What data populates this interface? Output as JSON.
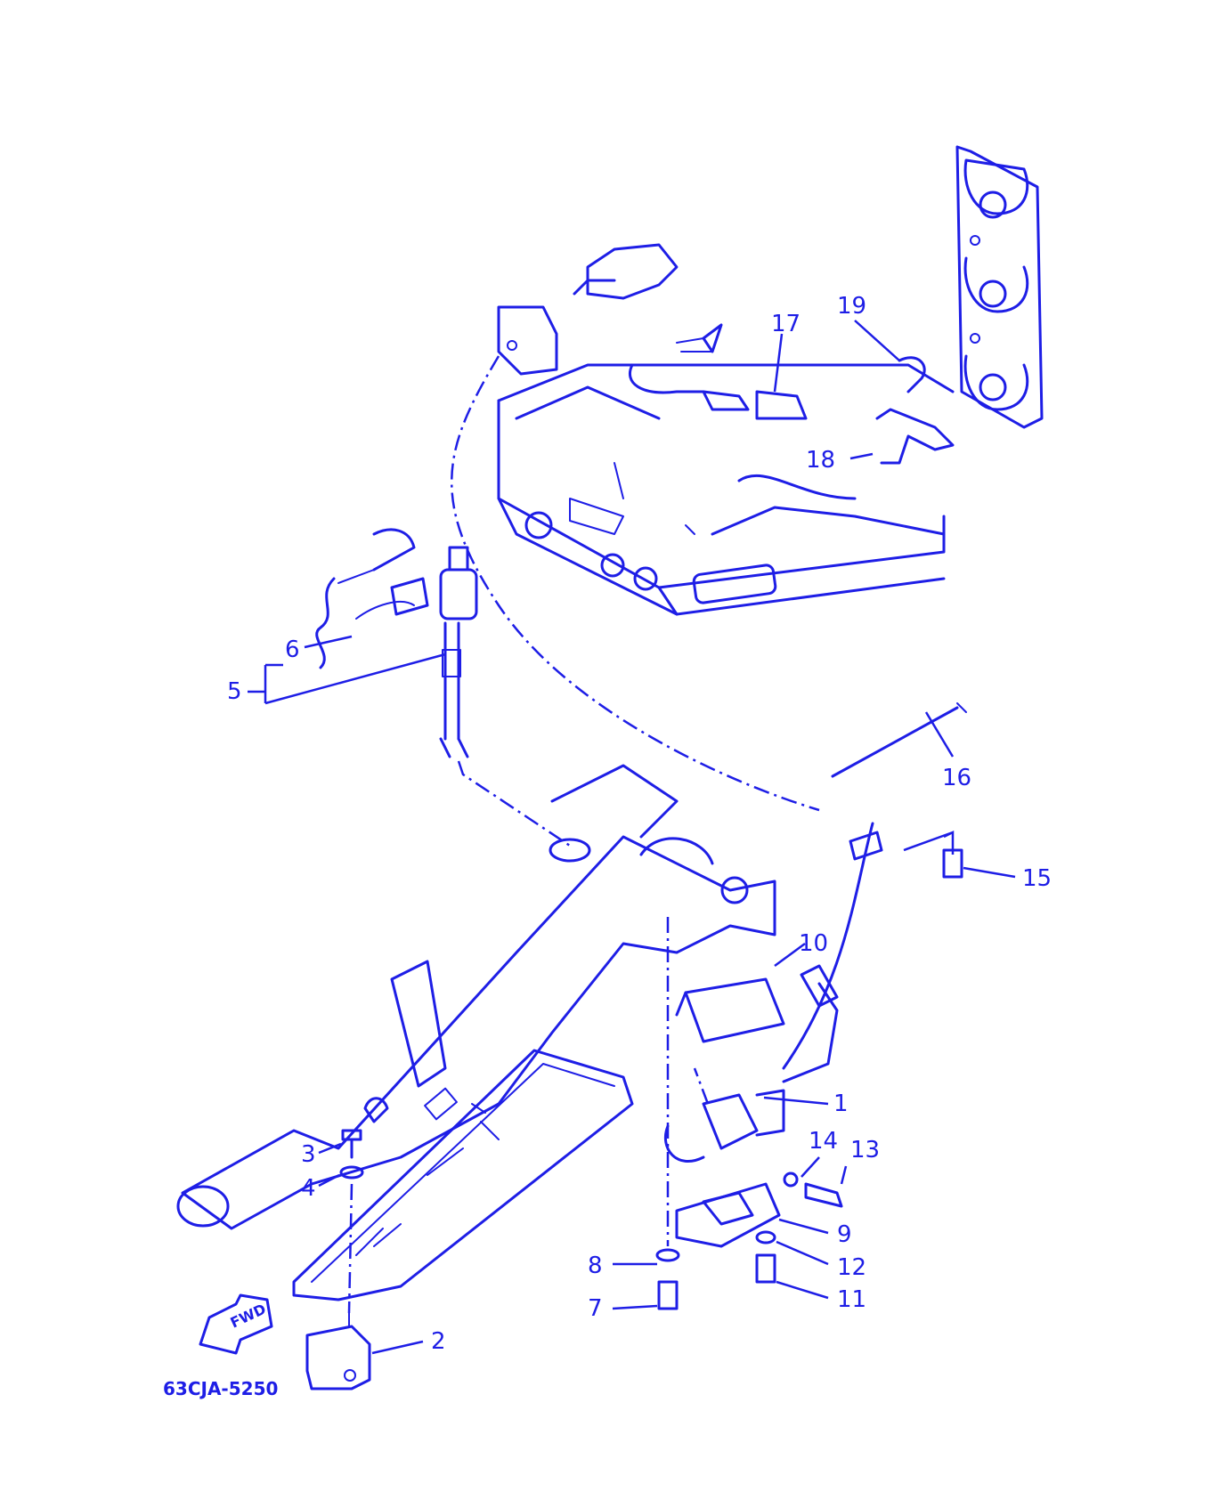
{
  "diagram": {
    "code": "63CJA-5250",
    "fwd_label": "FWD",
    "line_color": "#1e1ee6",
    "callouts": [
      {
        "id": "1",
        "label": "1"
      },
      {
        "id": "2",
        "label": "2"
      },
      {
        "id": "3",
        "label": "3"
      },
      {
        "id": "4",
        "label": "4"
      },
      {
        "id": "5",
        "label": "5"
      },
      {
        "id": "6",
        "label": "6"
      },
      {
        "id": "7",
        "label": "7"
      },
      {
        "id": "8",
        "label": "8"
      },
      {
        "id": "9",
        "label": "9"
      },
      {
        "id": "10",
        "label": "10"
      },
      {
        "id": "11",
        "label": "11"
      },
      {
        "id": "12",
        "label": "12"
      },
      {
        "id": "13",
        "label": "13"
      },
      {
        "id": "14",
        "label": "14"
      },
      {
        "id": "15",
        "label": "15"
      },
      {
        "id": "16",
        "label": "16"
      },
      {
        "id": "17",
        "label": "17"
      },
      {
        "id": "18",
        "label": "18"
      },
      {
        "id": "19",
        "label": "19"
      }
    ]
  }
}
